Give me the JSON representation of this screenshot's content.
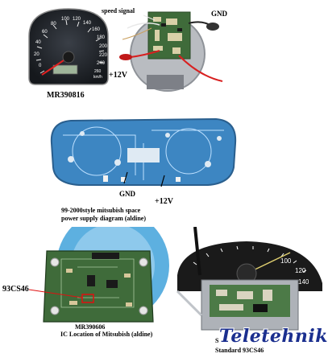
{
  "speedometer": {
    "scale": [
      "0",
      "20",
      "40",
      "60",
      "80",
      "100",
      "120",
      "140",
      "160",
      "180",
      "200",
      "220",
      "240",
      "260"
    ],
    "unit": "km/h"
  },
  "panel1": {
    "label_speed_signal": "speed signal",
    "label_gnd": "GND",
    "label_12v": "+12V",
    "part_number": "MR390816"
  },
  "panel2": {
    "label_gnd": "GND",
    "label_12v": "+12V",
    "caption_line1": "99-2000style mitsubish space",
    "caption_line2": "power supply diagram  (aldine)"
  },
  "panel3": {
    "chip_label": "93CS46",
    "part_number": "MR390606",
    "caption": "IC Location of Mitsubish  (aldine)"
  },
  "panel4": {
    "chip_label_partial": "S",
    "caption": "Standard 93CS46",
    "scale": [
      "100",
      "120",
      "140"
    ]
  },
  "logo": {
    "text": "Teletehnika"
  },
  "colors": {
    "pcb_green": "#3f6b3a",
    "pcb_blue": "#3d86c2",
    "label_red": "#d00000",
    "logo_blue": "#1b2f8f"
  }
}
